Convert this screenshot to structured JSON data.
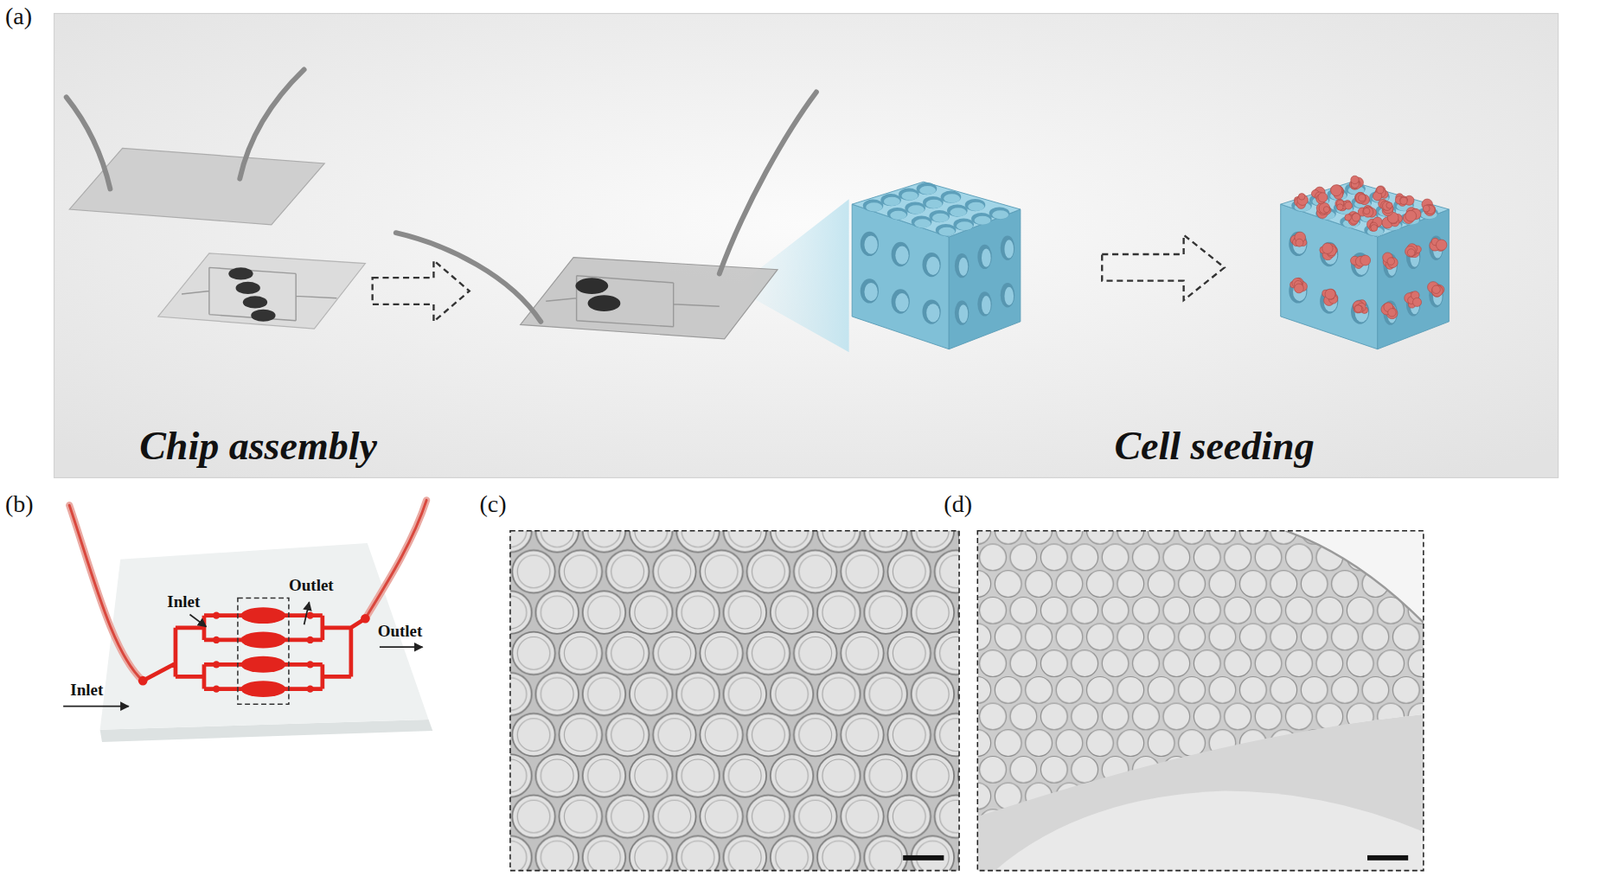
{
  "diagram": {
    "labels": [
      "(a)",
      "Chip assembly",
      "Cell seeding",
      "(b)",
      "Inlet",
      "Outlet",
      "Inlet",
      "Outlet",
      "(c)",
      "(d)"
    ]
  }
}
